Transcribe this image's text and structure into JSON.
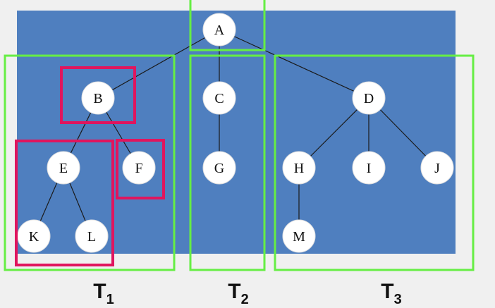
{
  "colors": {
    "background": "#f0f0f0",
    "panel": "#4f7fbf",
    "edge": "#1a1a1a",
    "node_fill": "#ffffff",
    "node_stroke": "#e0e0e0",
    "green_box": "#66ee44",
    "pink_box": "#e0155e"
  },
  "nodes": [
    {
      "id": "A",
      "label": "A"
    },
    {
      "id": "B",
      "label": "B"
    },
    {
      "id": "C",
      "label": "C"
    },
    {
      "id": "D",
      "label": "D"
    },
    {
      "id": "E",
      "label": "E"
    },
    {
      "id": "F",
      "label": "F"
    },
    {
      "id": "G",
      "label": "G"
    },
    {
      "id": "H",
      "label": "H"
    },
    {
      "id": "I",
      "label": "I"
    },
    {
      "id": "J",
      "label": "J"
    },
    {
      "id": "K",
      "label": "K"
    },
    {
      "id": "L",
      "label": "L"
    },
    {
      "id": "M",
      "label": "M"
    }
  ],
  "edges": [
    [
      "A",
      "B"
    ],
    [
      "A",
      "C"
    ],
    [
      "A",
      "D"
    ],
    [
      "B",
      "E"
    ],
    [
      "B",
      "F"
    ],
    [
      "C",
      "G"
    ],
    [
      "D",
      "H"
    ],
    [
      "D",
      "I"
    ],
    [
      "D",
      "J"
    ],
    [
      "E",
      "K"
    ],
    [
      "E",
      "L"
    ],
    [
      "H",
      "M"
    ]
  ],
  "subtrees": [
    {
      "id": "t1",
      "base": "T",
      "sub": "1"
    },
    {
      "id": "t2",
      "base": "T",
      "sub": "2"
    },
    {
      "id": "t3",
      "base": "T",
      "sub": "3"
    }
  ],
  "boxes": {
    "green": [
      "root",
      "t1",
      "t2",
      "t3"
    ],
    "pink": [
      "B",
      "EKL",
      "F"
    ]
  }
}
